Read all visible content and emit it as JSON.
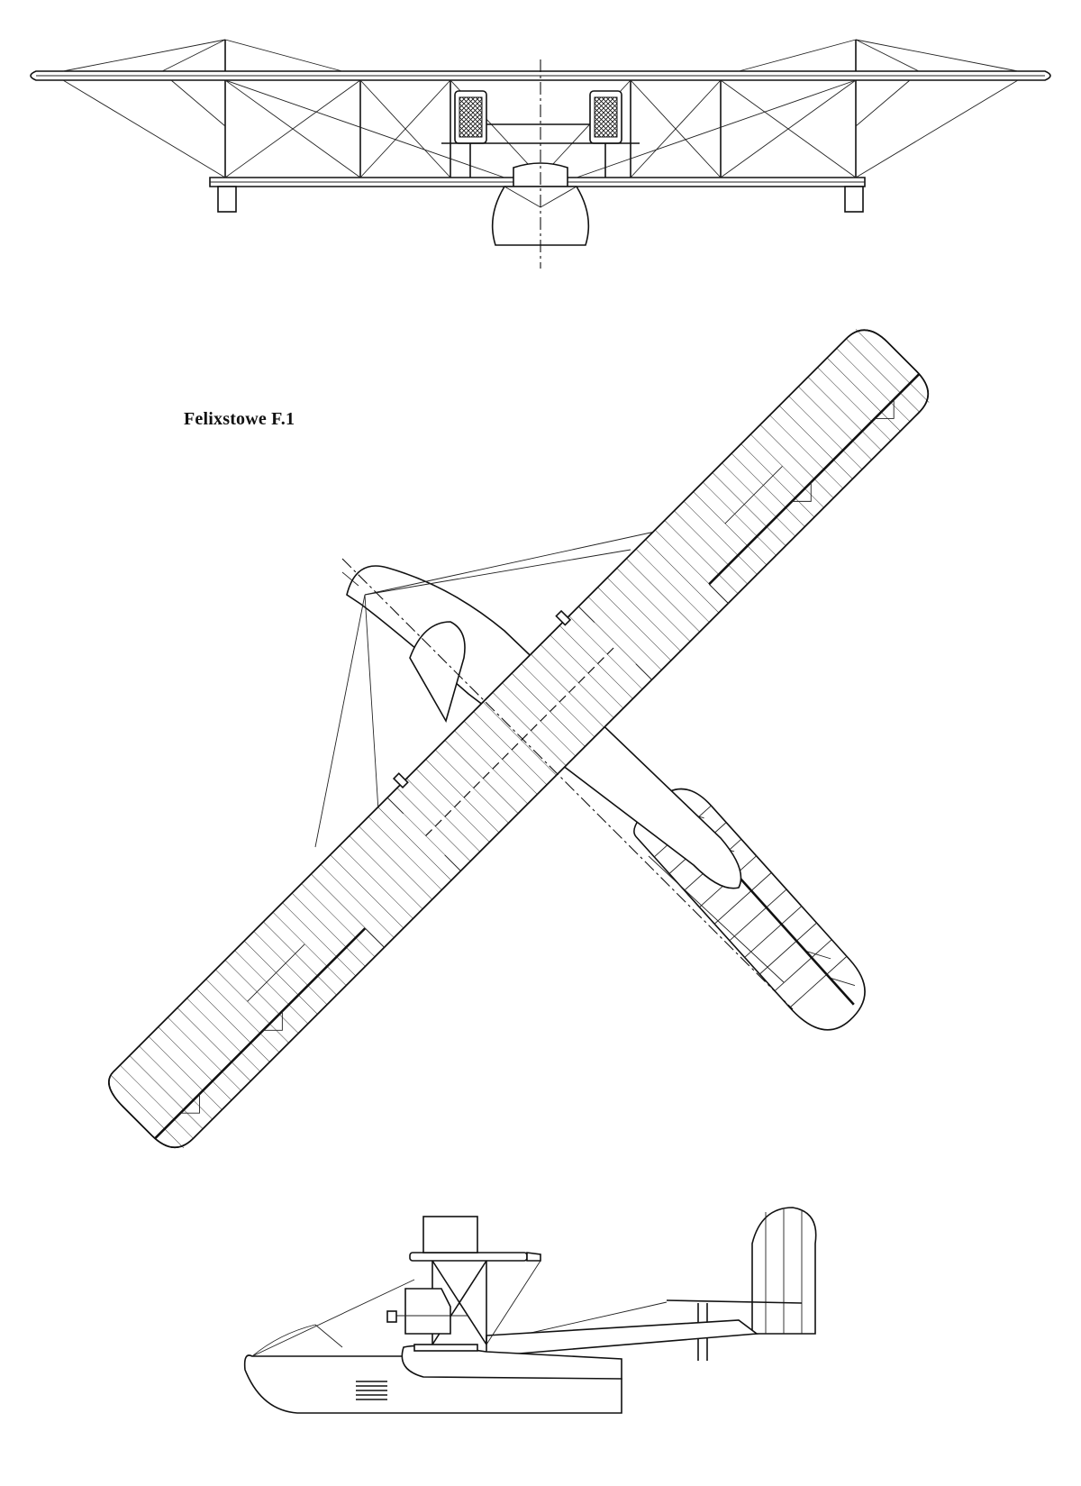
{
  "title": "Felixstowe F.1",
  "views": [
    "front-view",
    "plan-view",
    "side-view"
  ],
  "colors": {
    "ink": "#111111",
    "paper": "#ffffff"
  }
}
